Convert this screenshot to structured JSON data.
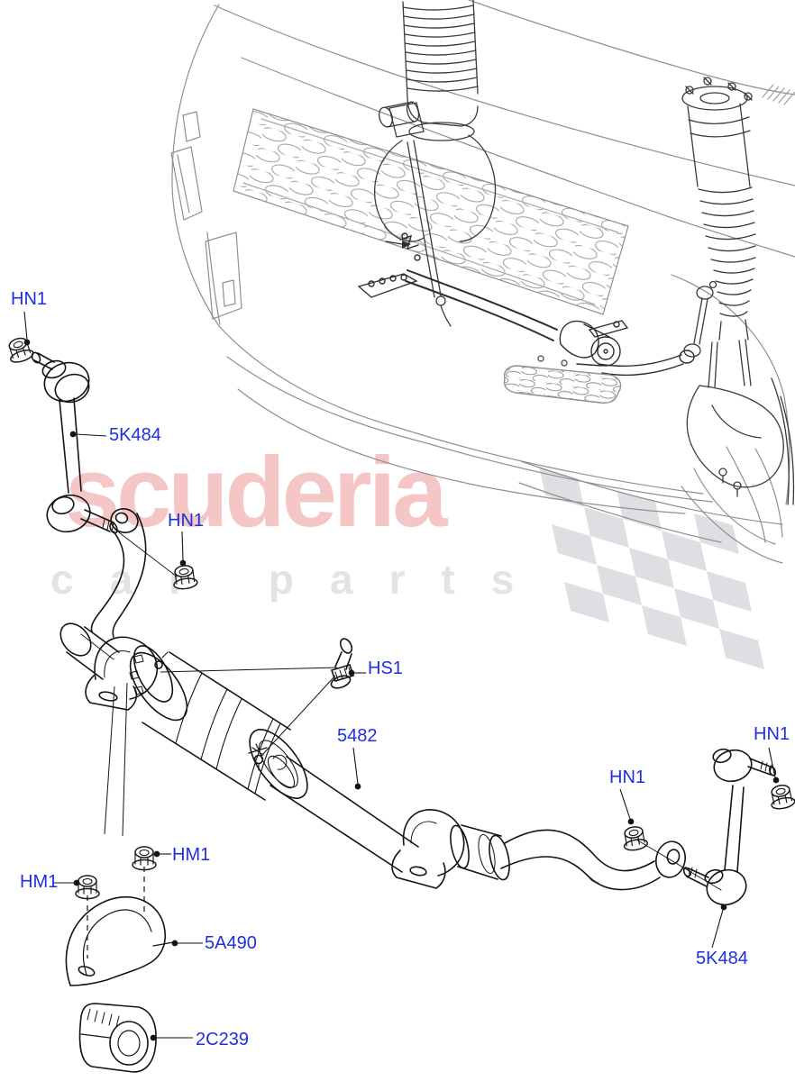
{
  "watermark": {
    "brand": "scuderia",
    "tagline": "car parts",
    "flag_icon": "checkered-flag",
    "colors": {
      "brand_pink": "#f5c6c6",
      "tagline_gray": "#e3e3e3",
      "flag_gray": "#dfdfe3"
    }
  },
  "diagram": {
    "description": "Front active anti-roll bar exploded parts diagram with vehicle front-end line illustration",
    "label_color": "#1d2fe1",
    "line_color": "#2b2b2b",
    "part_labels": [
      {
        "id": "hn1-top-left",
        "text": "HN1"
      },
      {
        "id": "5k484-left",
        "text": "5K484"
      },
      {
        "id": "hn1-mid-left",
        "text": "HN1"
      },
      {
        "id": "hs1",
        "text": "HS1"
      },
      {
        "id": "5482",
        "text": "5482"
      },
      {
        "id": "hn1-far-right",
        "text": "HN1"
      },
      {
        "id": "hn1-mid-right",
        "text": "HN1"
      },
      {
        "id": "hm1-upper",
        "text": "HM1"
      },
      {
        "id": "hm1-left",
        "text": "HM1"
      },
      {
        "id": "5a490",
        "text": "5A490"
      },
      {
        "id": "5k484-right",
        "text": "5K484"
      },
      {
        "id": "2c239",
        "text": "2C239"
      }
    ]
  }
}
